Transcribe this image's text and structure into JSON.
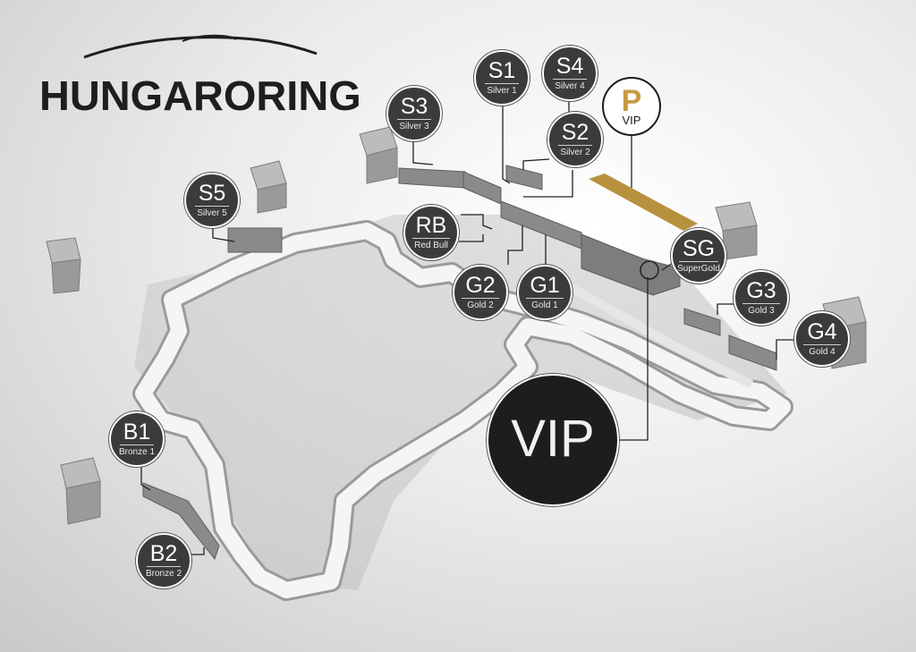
{
  "logo": {
    "text": "HUNGARORING"
  },
  "badges": {
    "S1": {
      "code": "S1",
      "sub": "Silver 1"
    },
    "S4": {
      "code": "S4",
      "sub": "Silver 4"
    },
    "S3": {
      "code": "S3",
      "sub": "Silver 3"
    },
    "S2": {
      "code": "S2",
      "sub": "Silver 2"
    },
    "S5": {
      "code": "S5",
      "sub": "Silver 5"
    },
    "RB": {
      "code": "RB",
      "sub": "Red Bull"
    },
    "SG": {
      "code": "SG",
      "sub": "SuperGold"
    },
    "G1": {
      "code": "G1",
      "sub": "Gold 1"
    },
    "G2": {
      "code": "G2",
      "sub": "Gold 2"
    },
    "G3": {
      "code": "G3",
      "sub": "Gold 3"
    },
    "G4": {
      "code": "G4",
      "sub": "Gold 4"
    },
    "B1": {
      "code": "B1",
      "sub": "Bronze 1"
    },
    "B2": {
      "code": "B2",
      "sub": "Bronze 2"
    },
    "VIP": {
      "code": "VIP"
    },
    "P": {
      "code": "P",
      "sub": "VIP"
    }
  },
  "colors": {
    "badge": "#3b3b3b",
    "vip_badge": "#1d1d1d",
    "parking_gold": "#c59b43",
    "track": "#f4f4f4",
    "ground": "#d8d8d8"
  }
}
